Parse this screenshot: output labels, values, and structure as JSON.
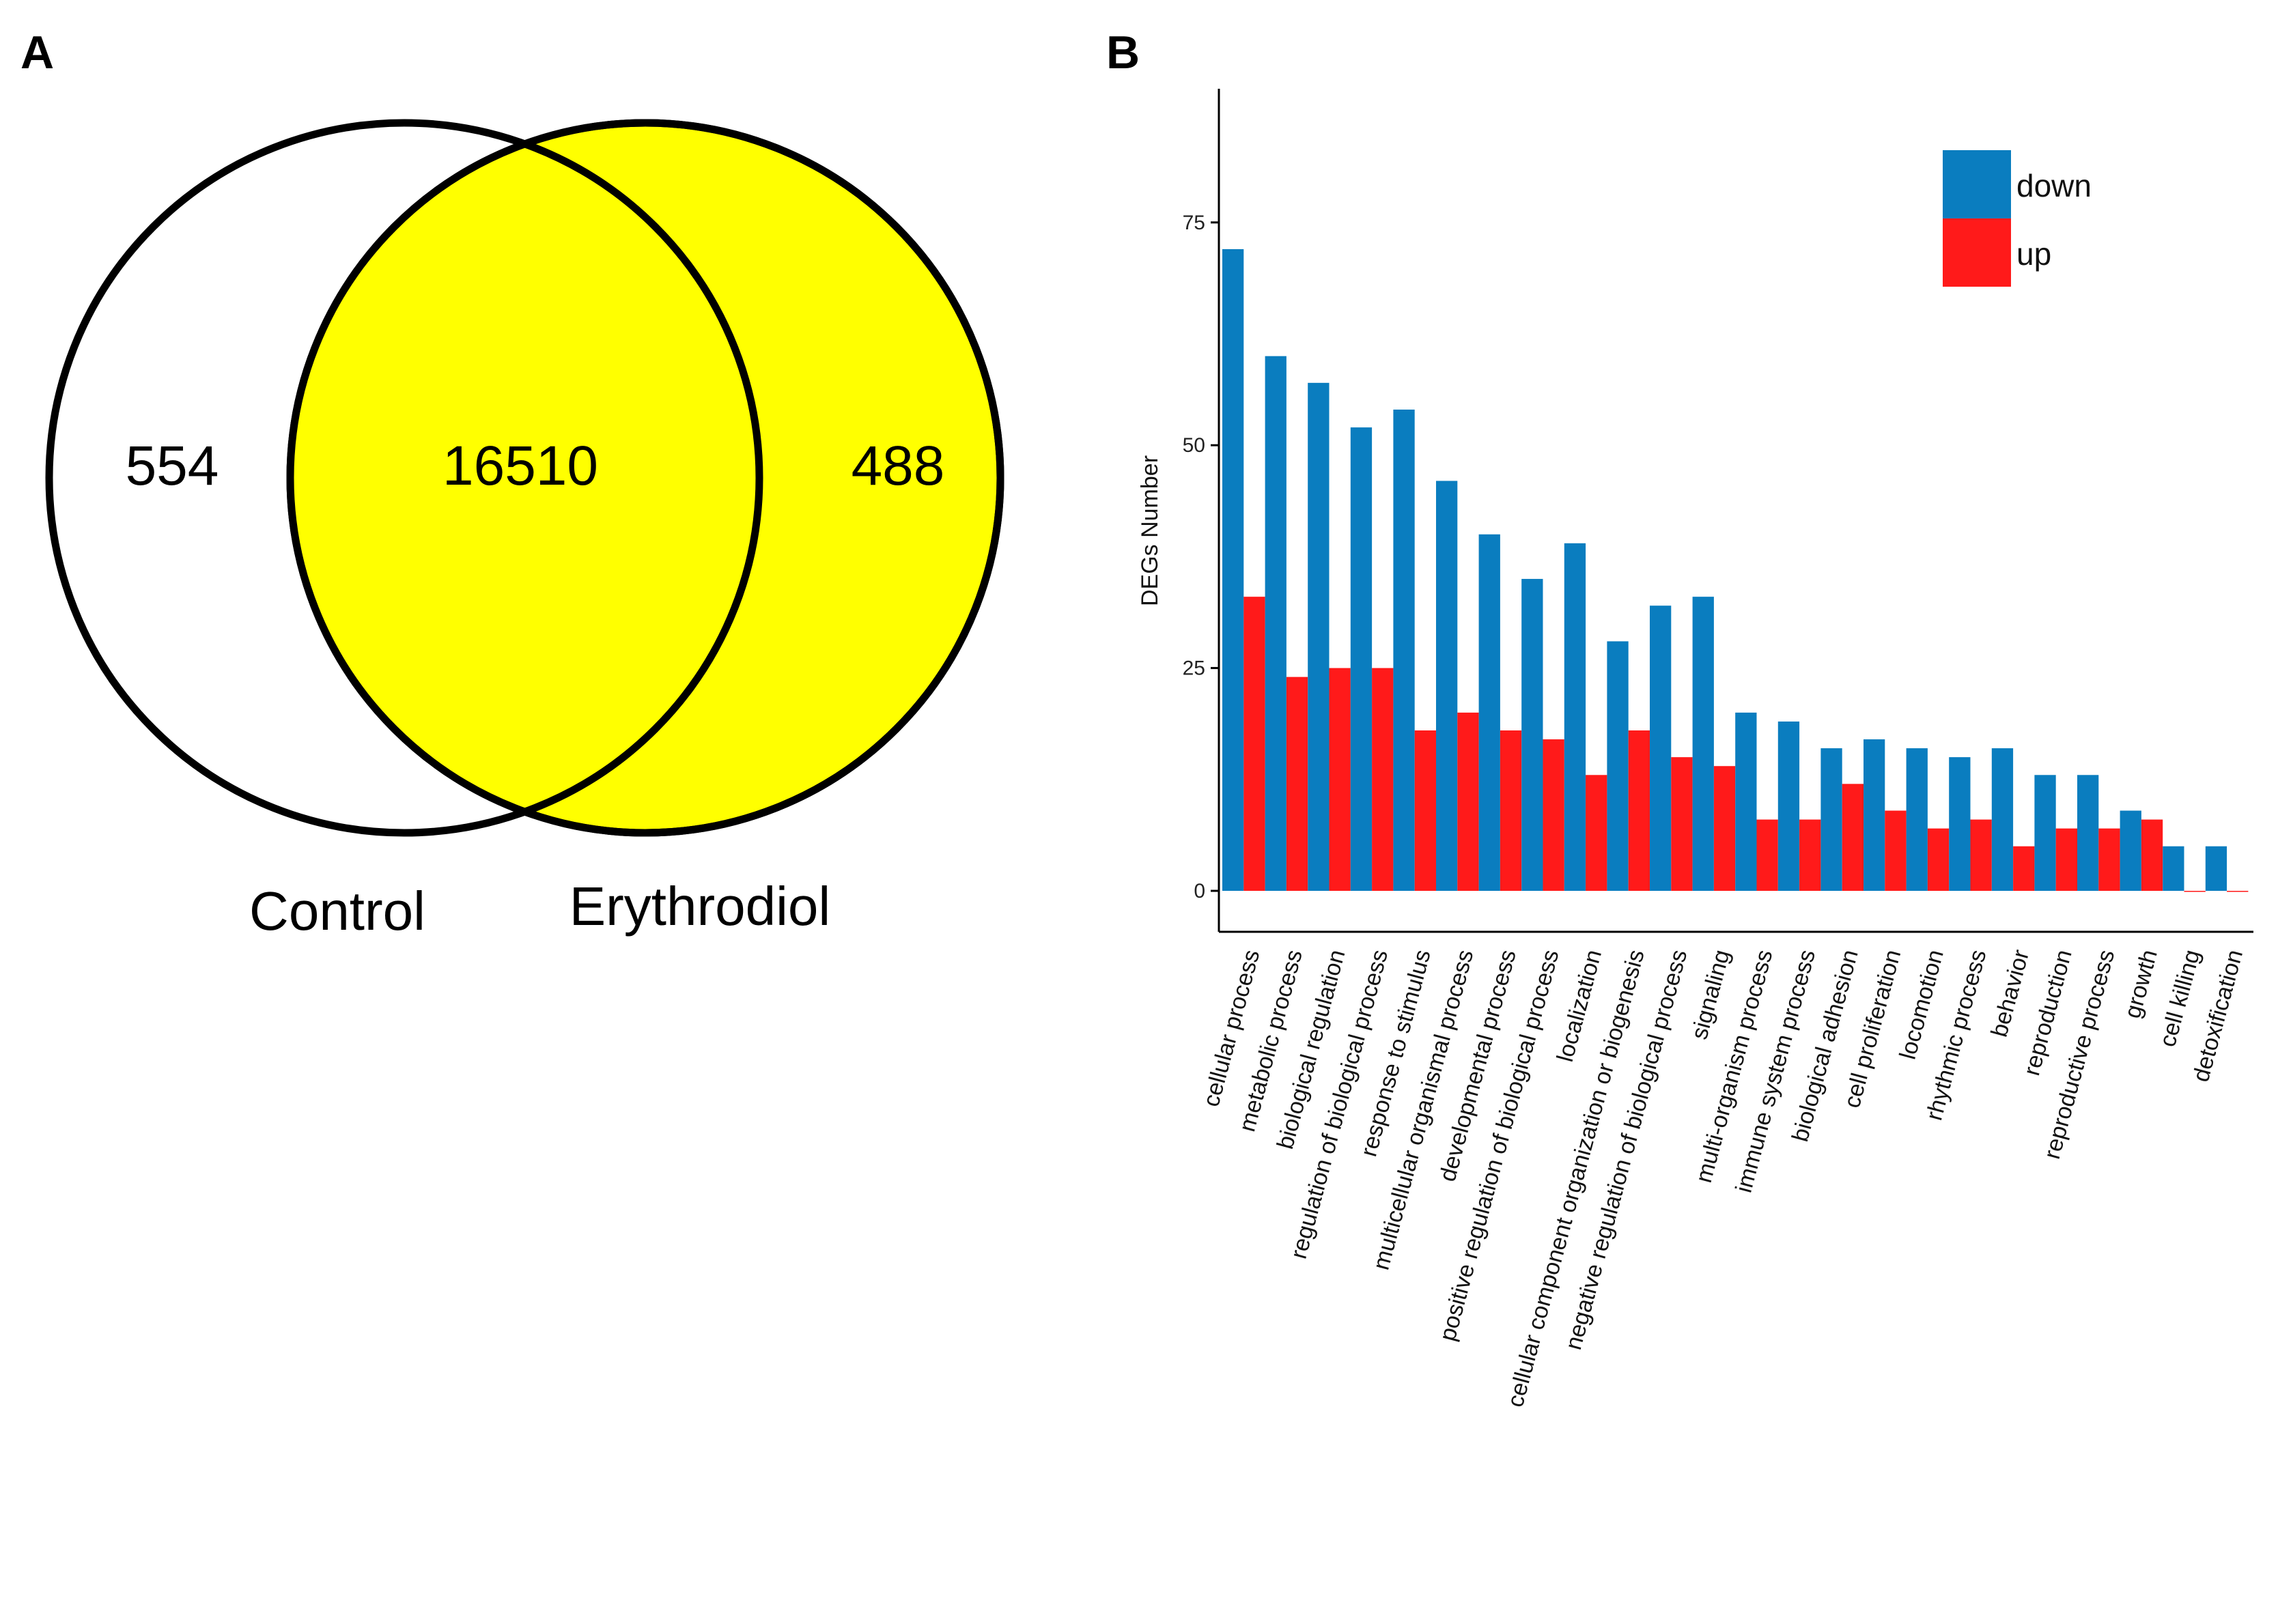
{
  "panels": {
    "a_label": "A",
    "b_label": "B"
  },
  "venn": {
    "left_only": "554",
    "overlap": "16510",
    "right_only": "488",
    "left_set": "Control",
    "right_set": "Erythrodiol",
    "left_fill": "#ffffff",
    "right_fill": "#ffff00",
    "stroke": "#000000"
  },
  "chart_data": {
    "type": "bar",
    "title": "",
    "xlabel": "",
    "ylabel": "DEGs Number",
    "ylim": [
      0,
      90
    ],
    "yticks": [
      0,
      25,
      50,
      75
    ],
    "grid": false,
    "legend_position": "top-right",
    "categories": [
      "cellular process",
      "metabolic process",
      "biological regulation",
      "regulation of biological process",
      "response to stimulus",
      "multicellular organismal process",
      "developmental process",
      "positive regulation of biological process",
      "localization",
      "cellular component organization or biogenesis",
      "negative regulation of biological process",
      "signaling",
      "multi-organism process",
      "immune system process",
      "biological adhesion",
      "cell proliferation",
      "locomotion",
      "rhythmic process",
      "behavior",
      "reproduction",
      "reproductive process",
      "growth",
      "cell killing",
      "detoxification"
    ],
    "series": [
      {
        "name": "down",
        "color": "#0a7dbf",
        "values": [
          72,
          60,
          57,
          52,
          54,
          46,
          40,
          35,
          39,
          28,
          32,
          33,
          20,
          19,
          16,
          17,
          16,
          15,
          16,
          13,
          13,
          9,
          5,
          5
        ]
      },
      {
        "name": "up",
        "color": "#ff1a1a",
        "values": [
          33,
          24,
          25,
          25,
          18,
          20,
          18,
          17,
          13,
          18,
          15,
          14,
          8,
          8,
          12,
          9,
          7,
          8,
          5,
          7,
          7,
          8,
          0,
          0
        ]
      }
    ]
  }
}
